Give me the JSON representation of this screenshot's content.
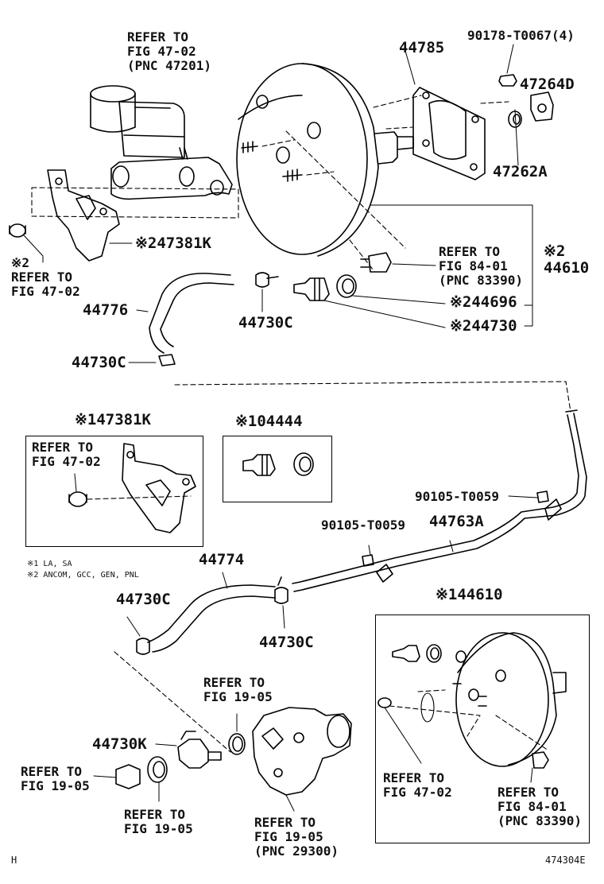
{
  "labels": {
    "ref_fig_47_02_pnc_47201": "REFER TO\nFIG 47-02\n(PNC 47201)",
    "pn_44785": "44785",
    "pn_90178_t0067": "90178-T0067(4)",
    "pn_47264d": "47264D",
    "pn_47262a": "47262A",
    "pn_47381k_top": "※247381K",
    "ref_fig_47_02_left": "※2\nREFER TO\nFIG 47-02",
    "ref_fig_84_01_top": "REFER TO\nFIG 84-01\n(PNC 83390)",
    "pn_44610_top": "※2\n44610",
    "pn_44776": "44776",
    "pn_44730c_a": "44730C",
    "pn_44696": "※244696",
    "pn_44730": "※244730",
    "pn_44730c_b": "44730C",
    "pn_47381k_box": "※147381K",
    "ref_fig_47_02_box": "REFER TO\nFIG 47-02",
    "pn_04444": "※104444",
    "pn_90105_t0059_a": "90105-T0059",
    "pn_90105_t0059_b": "90105-T0059",
    "pn_44763a": "44763A",
    "note_1": "※1 LA, SA",
    "note_2": "※2 ANCOM, GCC, GEN, PNL",
    "pn_44774": "44774",
    "pn_44730c_c": "44730C",
    "pn_44730c_d": "44730C",
    "pn_44610_bottom": "※144610",
    "ref_fig_19_05_a": "REFER TO\nFIG 19-05",
    "pn_44730k": "44730K",
    "ref_fig_19_05_b": "REFER TO\nFIG 19-05",
    "ref_fig_19_05_c": "REFER TO\nFIG 19-05",
    "ref_fig_19_05_pnc": "REFER TO\nFIG 19-05\n(PNC 29300)",
    "ref_fig_47_02_bottom": "REFER TO\nFIG 47-02",
    "ref_fig_84_01_bottom": "REFER TO\nFIG 84-01\n(PNC 83390)",
    "corner_left": "H",
    "corner_right": "474304E"
  }
}
